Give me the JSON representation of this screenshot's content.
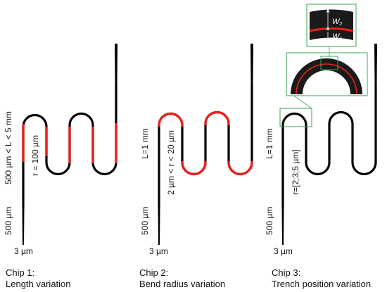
{
  "colors": {
    "waveguide": "#000000",
    "highlight": "#e8211b",
    "inset_border": "#3aa655"
  },
  "chips": [
    {
      "caption_title": "Chip 1:",
      "caption_subtitle": "Length variation",
      "label_length": "500 µm < L < 5 mm",
      "label_radius": "r = 100 µm",
      "label_taper": "500 µm",
      "label_tip": "3 µm",
      "highlight": "straight sections"
    },
    {
      "caption_title": "Chip 2:",
      "caption_subtitle": "Bend radius variation",
      "label_length": "L=1 mm",
      "label_radius": "2 µm < r < 20 µm",
      "label_taper": "500 µm",
      "label_tip": "3 µm",
      "highlight": "bends"
    },
    {
      "caption_title": "Chip 3:",
      "caption_subtitle": "Trench position variation",
      "label_length": "L=1 mm",
      "label_radius": "r=[2;3;5 µm]",
      "label_taper": "500 µm",
      "label_tip": "3 µm",
      "highlight": "trench inset",
      "inset_labels": {
        "w2": "W2",
        "w1": "W1"
      }
    }
  ]
}
